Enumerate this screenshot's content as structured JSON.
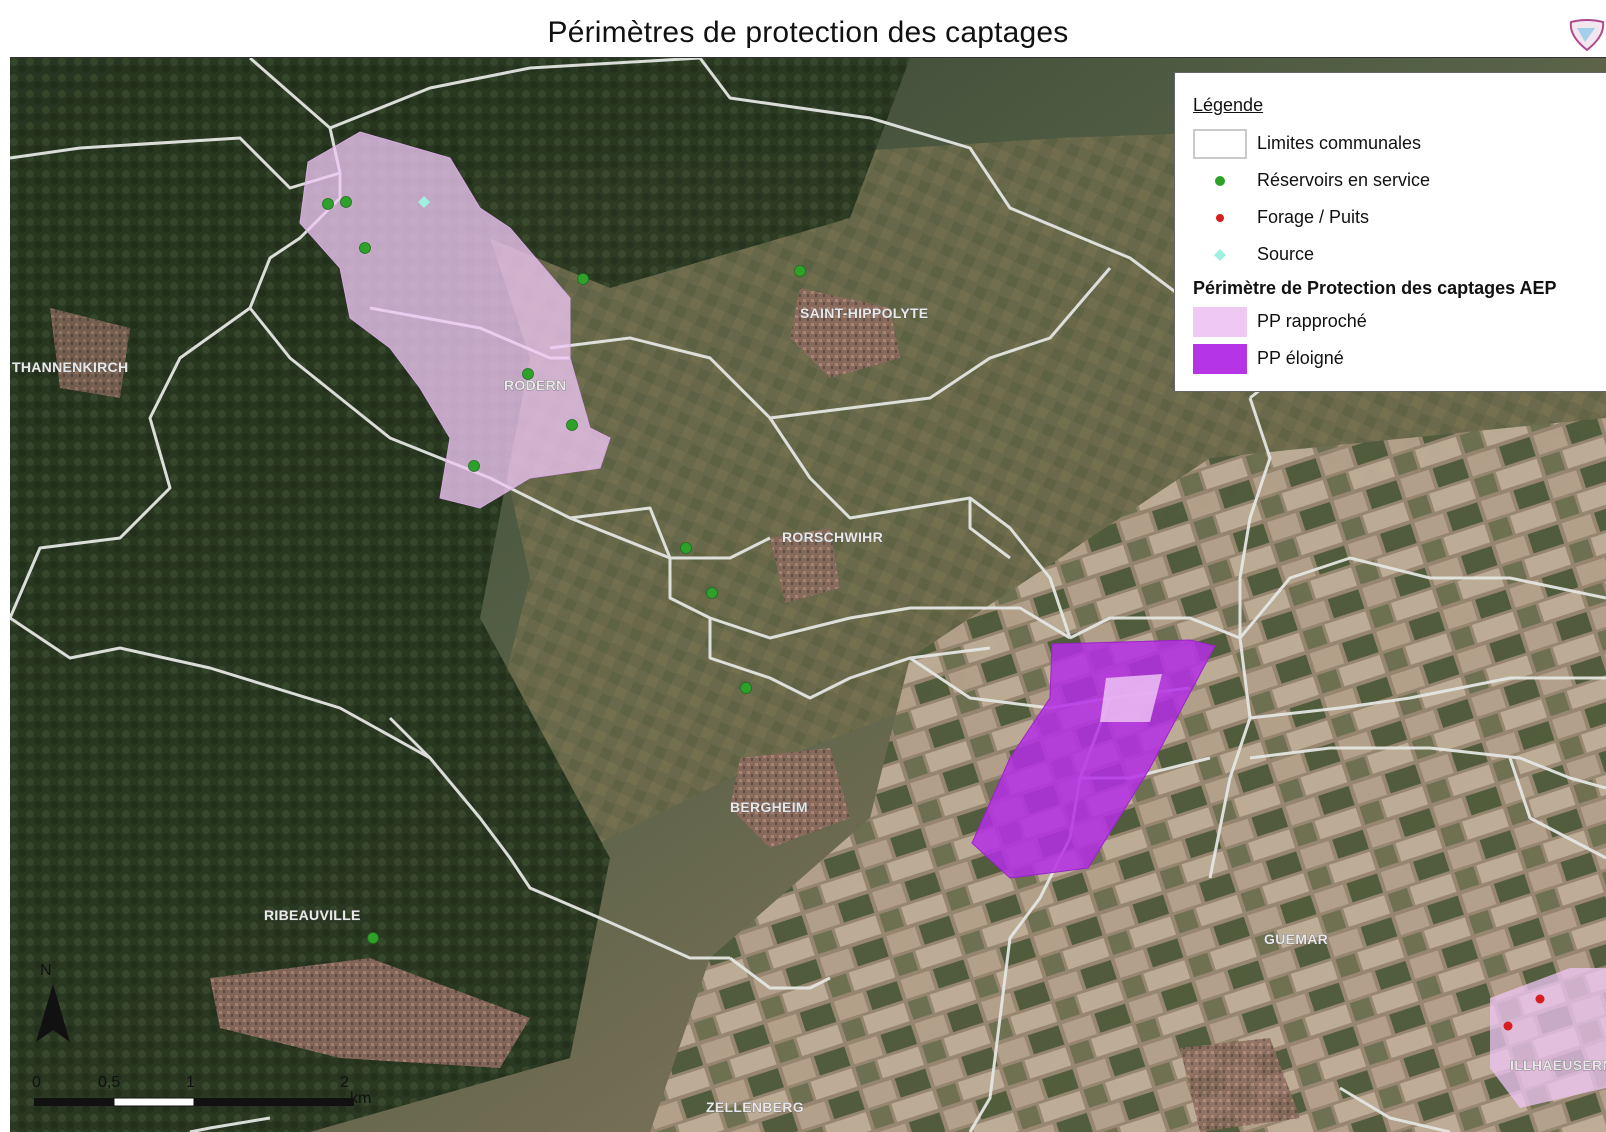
{
  "map": {
    "title": "Périmètres de protection des captages",
    "places": [
      "THANNENKIRCH",
      "RODERN",
      "SAINT-HIPPOLYTE",
      "RORSCHWIHR",
      "BERGHEIM",
      "RIBEAUVILLE",
      "GUEMAR",
      "ILLHAEUSERN",
      "ZELLENBERG"
    ],
    "north_label": "N",
    "scale": {
      "ticks": [
        "0",
        "0,5",
        "1",
        "2"
      ],
      "unit": "km"
    }
  },
  "legend": {
    "title": "Légende",
    "items": [
      {
        "label": "Limites communales",
        "symbol": "white-outline-box",
        "color": "#ffffff"
      },
      {
        "label": "Réservoirs en service",
        "symbol": "green-dot",
        "color": "#2ea12b"
      },
      {
        "label": "Forage / Puits",
        "symbol": "red-dot",
        "color": "#d81e1e"
      },
      {
        "label": "Source",
        "symbol": "cyan-diamond",
        "color": "#9ff0e0"
      }
    ],
    "section_title": "Périmètre de Protection des captages AEP",
    "zones": [
      {
        "label": "PP rapproché",
        "color": "#efc9f4"
      },
      {
        "label": "PP éloigné",
        "color": "#b534e6"
      }
    ]
  }
}
